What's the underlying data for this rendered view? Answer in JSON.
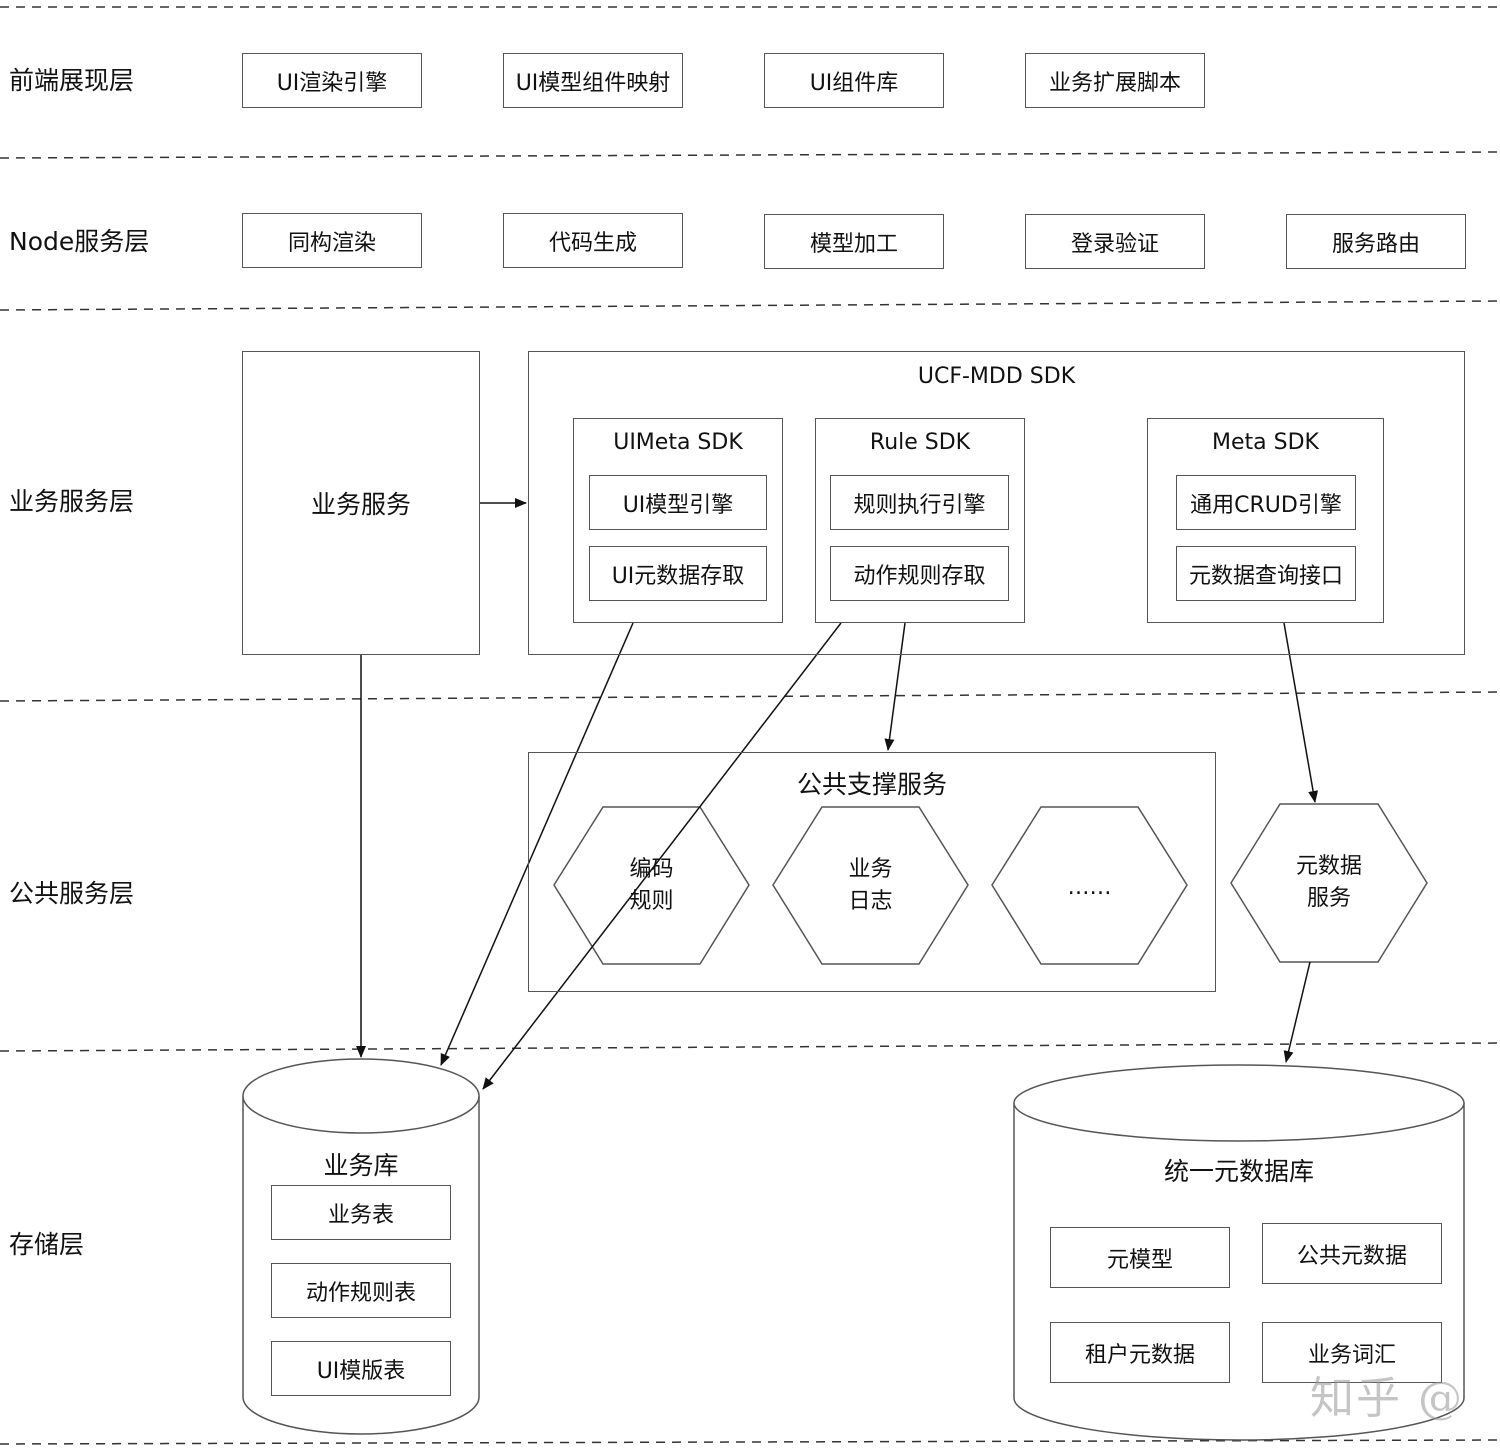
{
  "layers": {
    "frontend": "前端展现层",
    "node": "Node服务层",
    "business": "业务服务层",
    "common": "公共服务层",
    "storage": "存储层"
  },
  "frontend_items": [
    "UI渲染引擎",
    "UI模型组件映射",
    "UI组件库",
    "业务扩展脚本"
  ],
  "node_items": [
    "同构渲染",
    "代码生成",
    "模型加工",
    "登录验证",
    "服务路由"
  ],
  "business": {
    "service": "业务服务",
    "sdk_title": "UCF-MDD SDK",
    "uimeta": {
      "title": "UIMeta SDK",
      "items": [
        "UI模型引擎",
        "UI元数据存取"
      ]
    },
    "rule": {
      "title": "Rule SDK",
      "items": [
        "规则执行引擎",
        "动作规则存取"
      ]
    },
    "meta": {
      "title": "Meta SDK",
      "items": [
        "通用CRUD引擎",
        "元数据查询接口"
      ]
    }
  },
  "common": {
    "support_title": "公共支撑服务",
    "hex1": [
      "编码",
      "规则"
    ],
    "hex2": [
      "业务",
      "日志"
    ],
    "hex3": "……",
    "hex4": [
      "元数据",
      "服务"
    ]
  },
  "storage": {
    "biz_db": {
      "title": "业务库",
      "items": [
        "业务表",
        "动作规则表",
        "UI模版表"
      ]
    },
    "meta_db": {
      "title": "统一元数据库",
      "items": [
        "元模型",
        "公共元数据",
        "租户元数据",
        "业务词汇"
      ]
    }
  },
  "watermark": "知乎 @"
}
